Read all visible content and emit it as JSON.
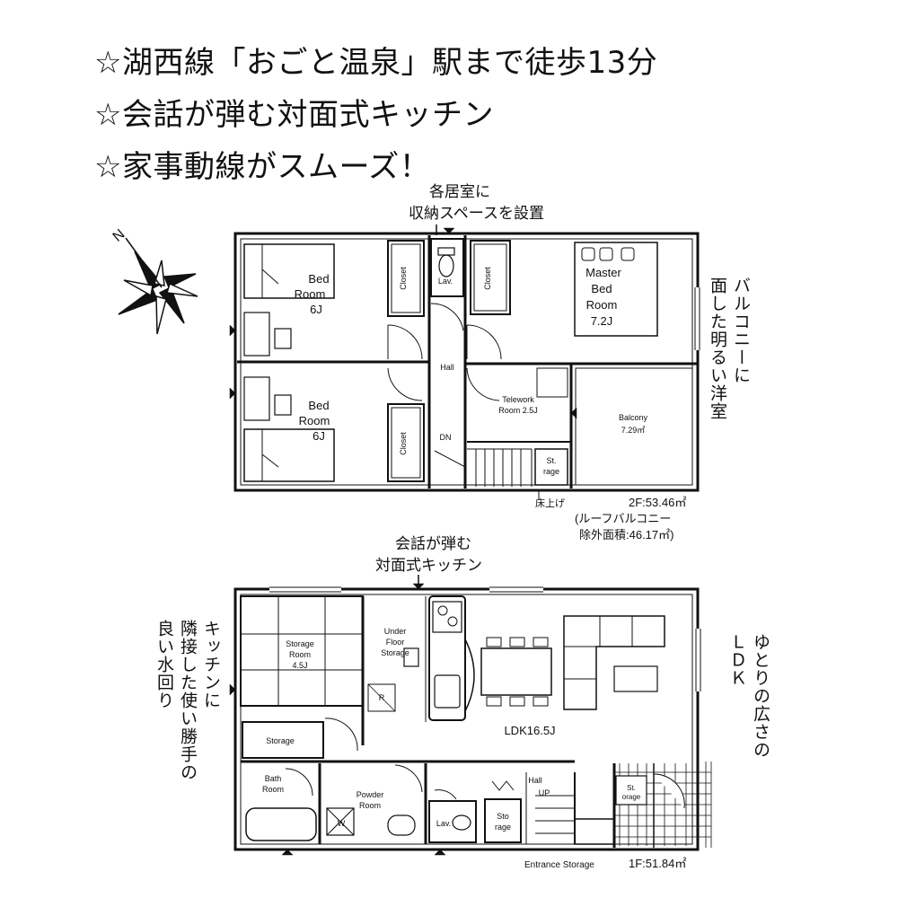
{
  "headlines": [
    "☆湖西線「おごと温泉」駅まで徒歩13分",
    "☆会話が弾む対面式キッチン",
    "☆家事動線がスムーズ！"
  ],
  "notes": {
    "storage_callout": [
      "各居室に",
      "収納スペースを設置"
    ],
    "kitchen_callout": [
      "会話が弾む",
      "対面式キッチン"
    ],
    "balcony_side": [
      "バルコニーに",
      "面した明るい洋室"
    ],
    "ldk_side": [
      "ゆとりの広さの",
      "ＬＤＫ"
    ],
    "water_side": [
      "キッチンに",
      "隣接した使い勝手の",
      "良い水回り"
    ]
  },
  "compass": {
    "label": "N"
  },
  "floor2": {
    "rooms": {
      "bed_a": [
        "Bed",
        "Room",
        "6J"
      ],
      "bed_b": [
        "Bed",
        "Room",
        "6J"
      ],
      "master": [
        "Master",
        "Bed",
        "Room",
        "7.2J"
      ],
      "telework": [
        "Telework",
        "Room 2.5J"
      ],
      "balcony": [
        "Balcony",
        "7.29㎡"
      ],
      "hall": "Hall",
      "lav": "Lav.",
      "closet": "Closet",
      "dn": "DN",
      "storage_small": [
        "St.",
        "rage"
      ],
      "floor_up": "床上げ"
    },
    "area": [
      "2F:53.46㎡",
      "(ルーフバルコニー",
      "除外面積:46.17㎡)"
    ]
  },
  "floor1": {
    "rooms": {
      "storage_room": [
        "Storage",
        "Room",
        "4.5J"
      ],
      "underfloor": [
        "Under",
        "Floor",
        "Storage"
      ],
      "r_mark": "R",
      "ldk": "LDK16.5J",
      "storage": "Storage",
      "bath": [
        "Bath",
        "Room"
      ],
      "powder": [
        "Powder",
        "Room"
      ],
      "w_mark": "W",
      "lav": "Lav.",
      "hall": "Hall",
      "up": "UP",
      "storage_small": [
        "Sto",
        "rage"
      ],
      "porch_storage": [
        "St.",
        "orage"
      ],
      "entrance_storage": "Entrance Storage"
    },
    "area": "1F:51.84㎡"
  }
}
